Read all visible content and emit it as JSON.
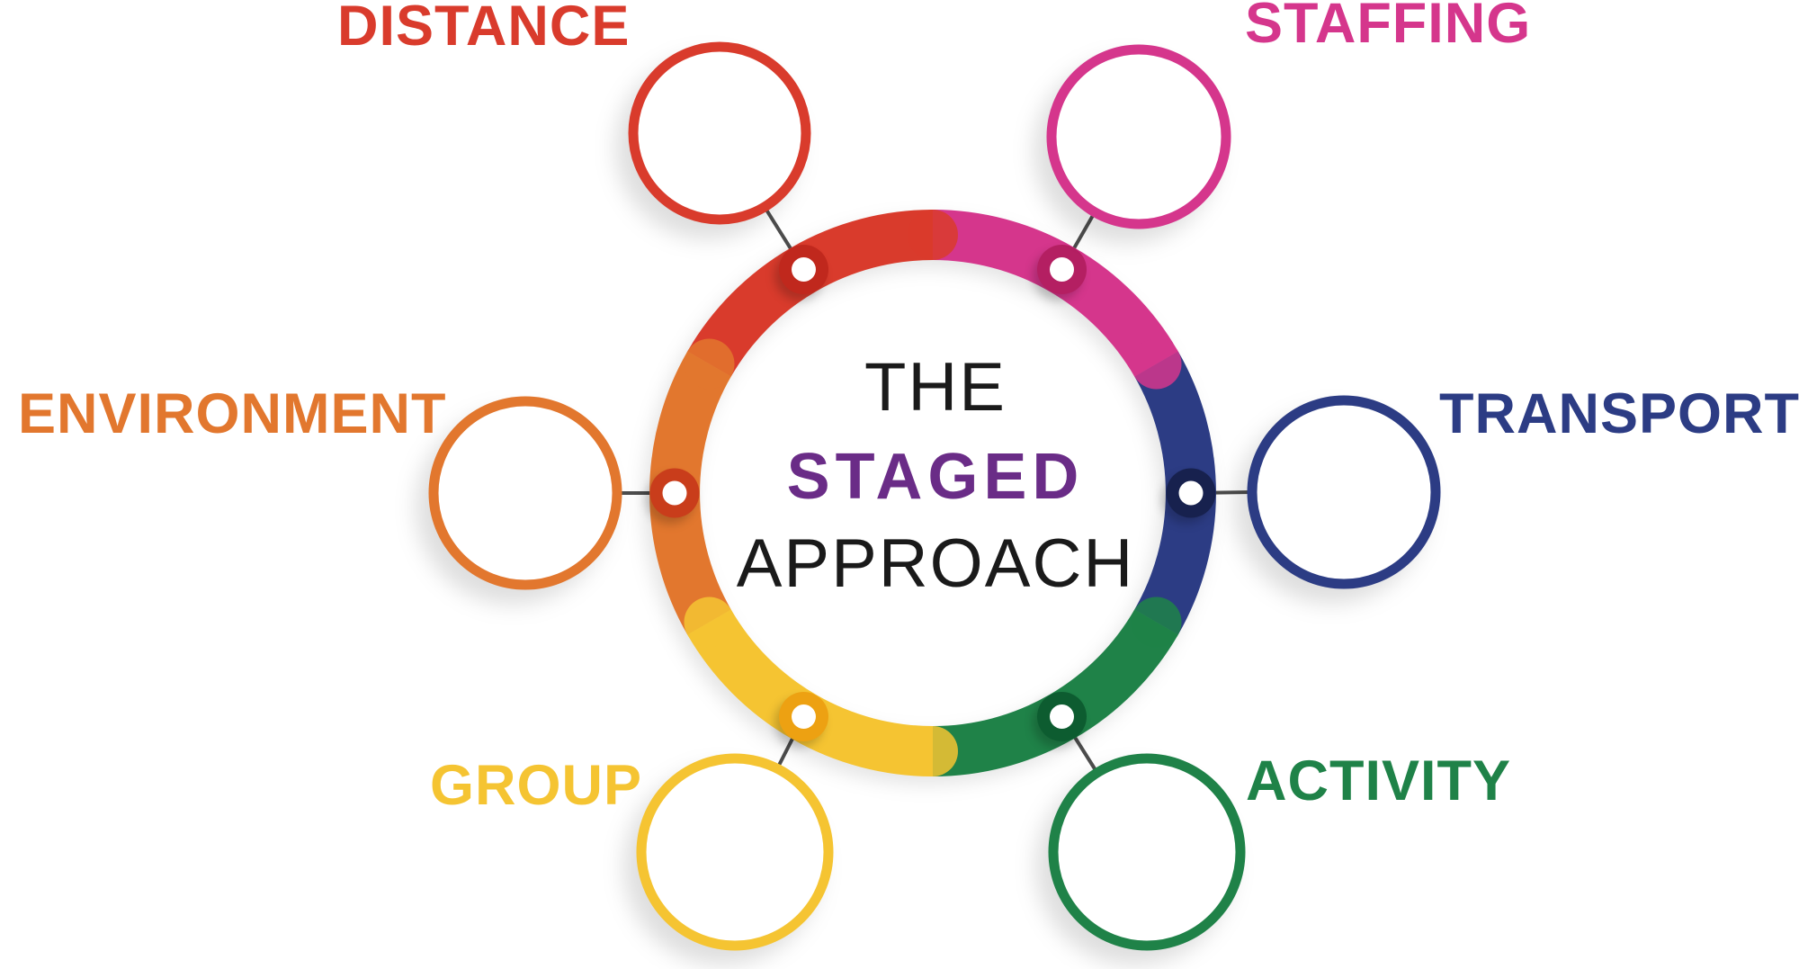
{
  "title": {
    "line1": "THE",
    "line2": "STAGED",
    "line3": "APPROACH",
    "text_color": "#1A1A1A",
    "accent_color": "#6A2C87"
  },
  "connector_color": "#4D4D4D",
  "background_color": "#FFFFFF",
  "nodes": [
    {
      "id": "distance",
      "label": "DISTANCE",
      "color": "#D93B2C",
      "dot_color": "#C0281D"
    },
    {
      "id": "staffing",
      "label": "STAFFING",
      "color": "#D5368C",
      "dot_color": "#B41F62"
    },
    {
      "id": "transport",
      "label": "TRANSPORT",
      "color": "#2C3C84",
      "dot_color": "#17214E"
    },
    {
      "id": "activity",
      "label": "ACTIVITY",
      "color": "#1F8248",
      "dot_color": "#0D5C30"
    },
    {
      "id": "group",
      "label": "GROUP",
      "color": "#F5C432",
      "dot_color": "#EDA112"
    },
    {
      "id": "environment",
      "label": "ENVIRONMENT",
      "color": "#E2772E",
      "dot_color": "#C93D1B"
    }
  ]
}
